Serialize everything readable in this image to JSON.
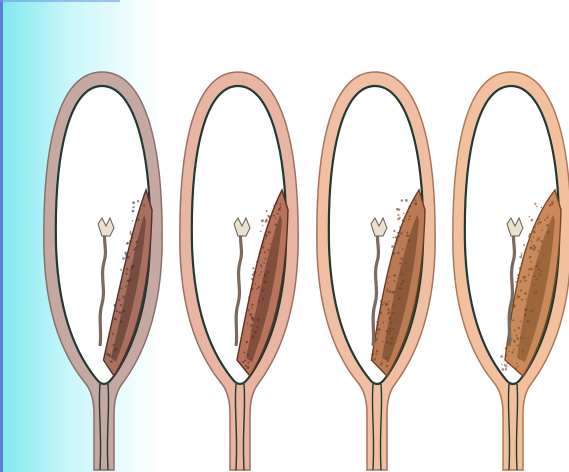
{
  "diagram": {
    "panels": [
      {
        "id": "stage-1",
        "wall_color": "#c6a8a2",
        "wall_edge": "#8a6f6a",
        "placenta_color": "#a8705f",
        "placenta_dark": "#4f3128",
        "detachment": 1
      },
      {
        "id": "stage-2",
        "wall_color": "#e7b5a2",
        "wall_edge": "#9c6f60",
        "placenta_color": "#b7735c",
        "placenta_dark": "#5a2f22",
        "detachment": 2
      },
      {
        "id": "stage-3",
        "wall_color": "#efbea3",
        "wall_edge": "#a6735c",
        "placenta_color": "#b97a55",
        "placenta_dark": "#6a3d22",
        "detachment": 3
      },
      {
        "id": "stage-4",
        "wall_color": "#f2c09c",
        "wall_edge": "#aa7a58",
        "placenta_color": "#c9895a",
        "placenta_dark": "#7a4822",
        "detachment": 4
      }
    ],
    "inner_line_color": "#1f3a30",
    "background_gradient": [
      "#7fe8f0",
      "#ffffff"
    ]
  }
}
